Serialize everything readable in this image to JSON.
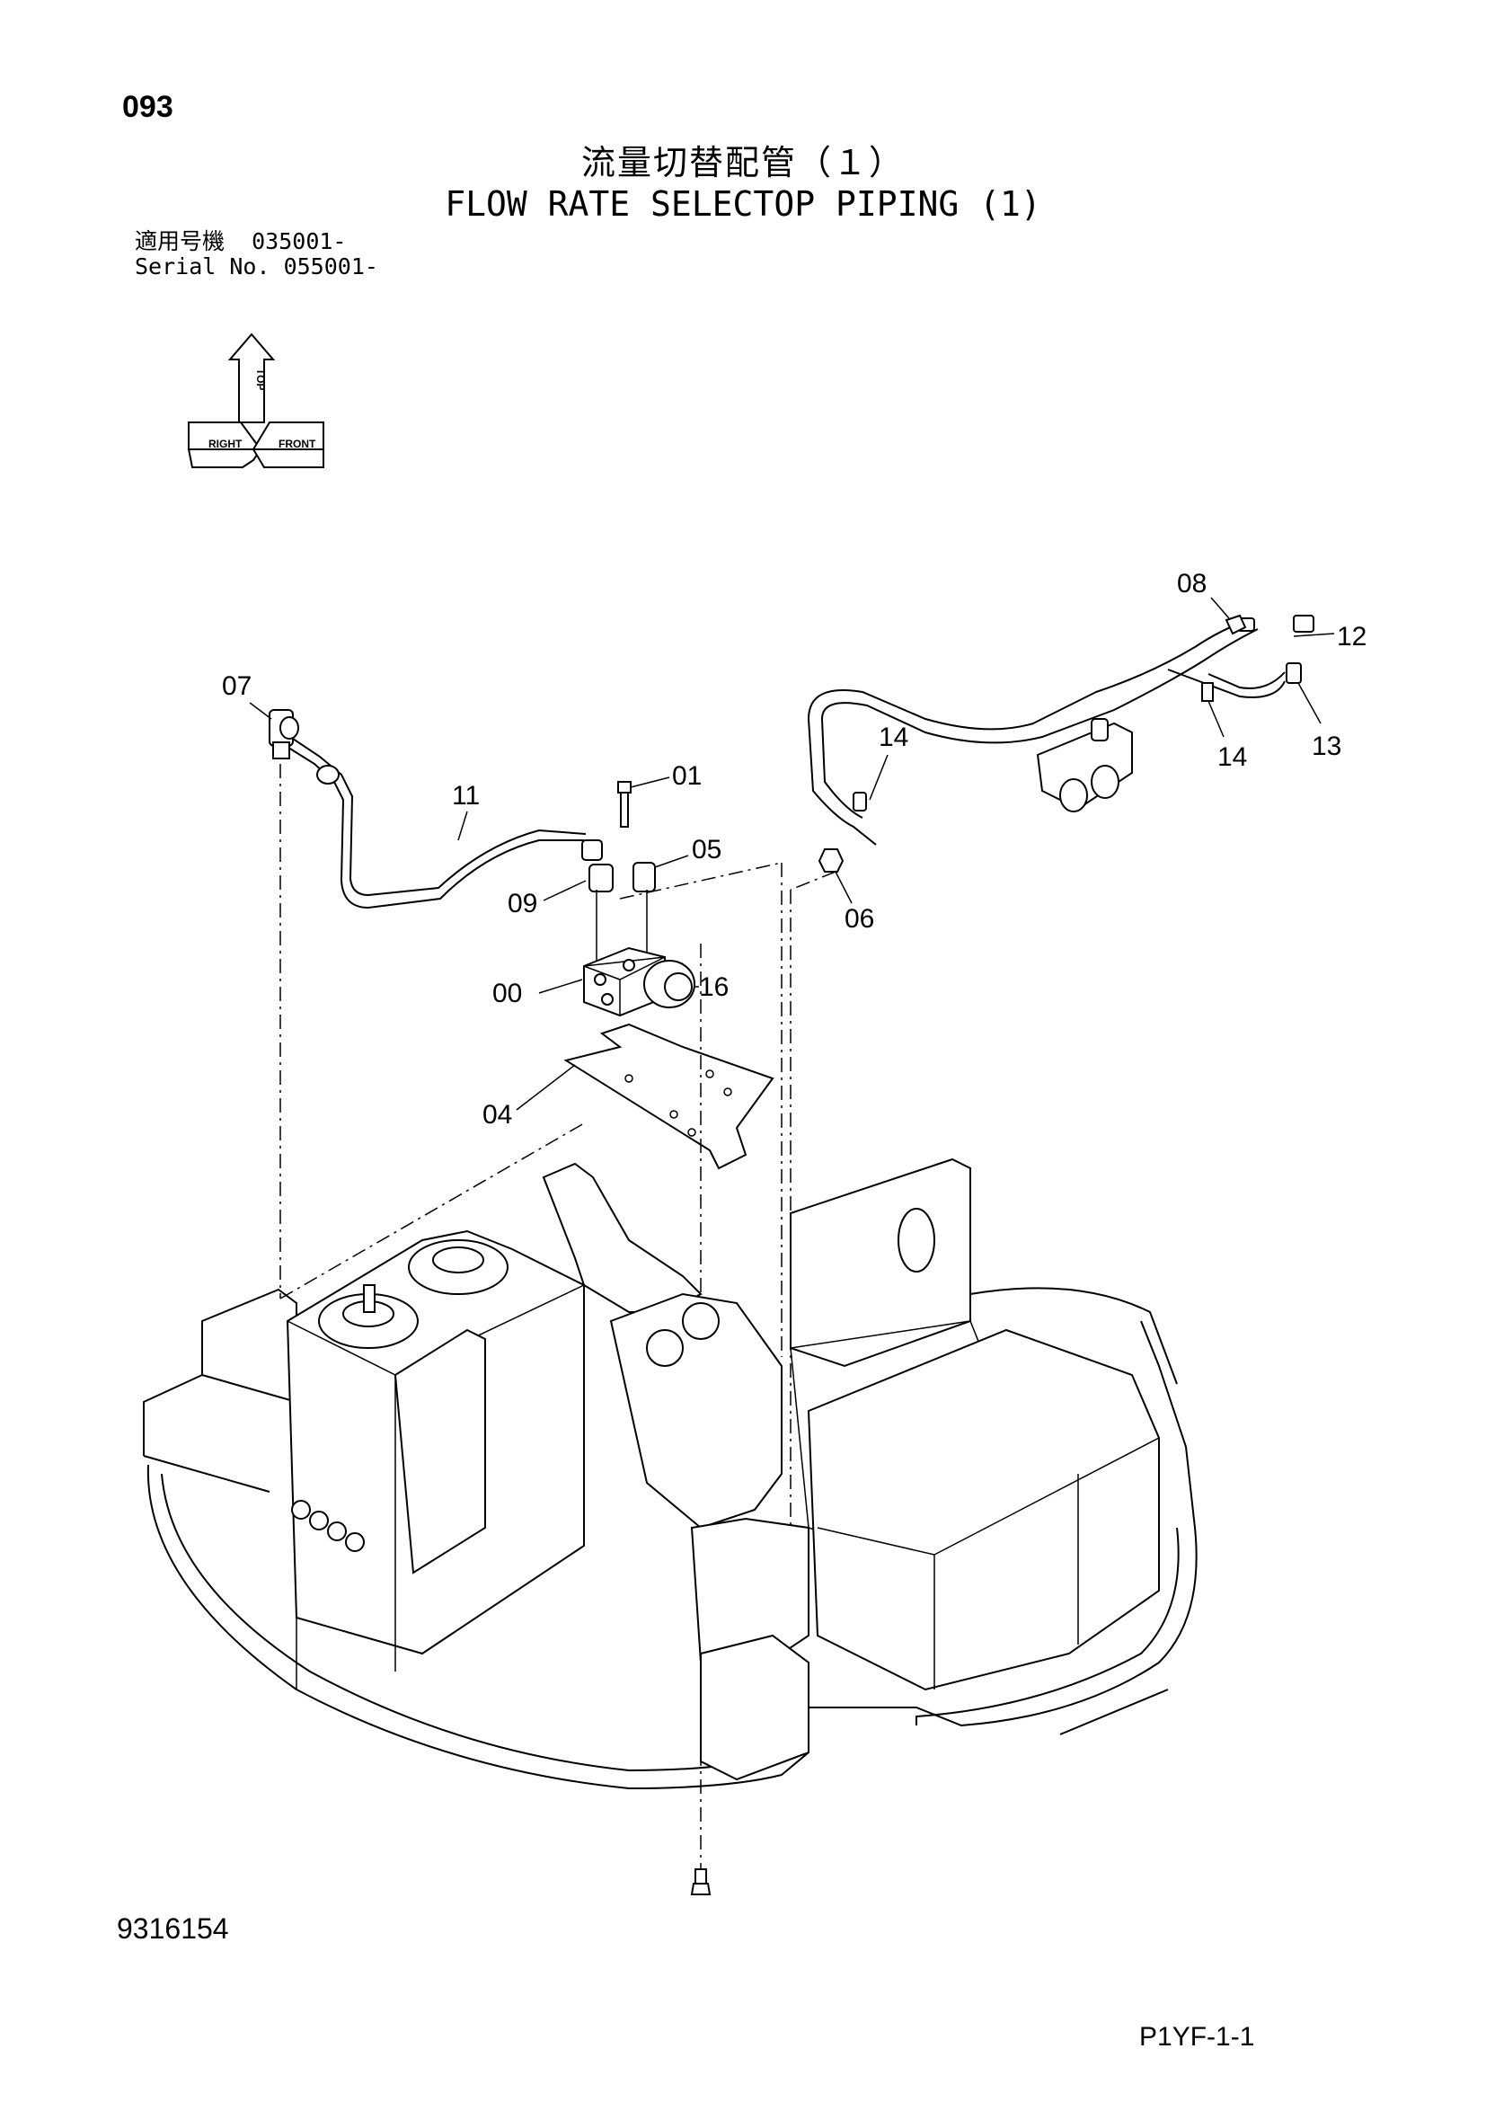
{
  "header": {
    "page_number": "093",
    "title_jp": "流量切替配管（１）",
    "title_en": "FLOW RATE SELECTOP PIPING (1)",
    "serial_jp_label": "適用号機",
    "serial_jp_value": "035001-",
    "serial_en_label": "Serial No.",
    "serial_en_value": "055001-"
  },
  "orientation_symbol": {
    "labels": [
      "TOP",
      "RIGHT",
      "FRONT"
    ]
  },
  "callouts": [
    "00",
    "01",
    "04",
    "05",
    "06",
    "07",
    "08",
    "09",
    "11",
    "12",
    "13",
    "14",
    "14",
    "16"
  ],
  "footer": {
    "document_number": "9316154",
    "page_code": "P1YF-1-1"
  }
}
